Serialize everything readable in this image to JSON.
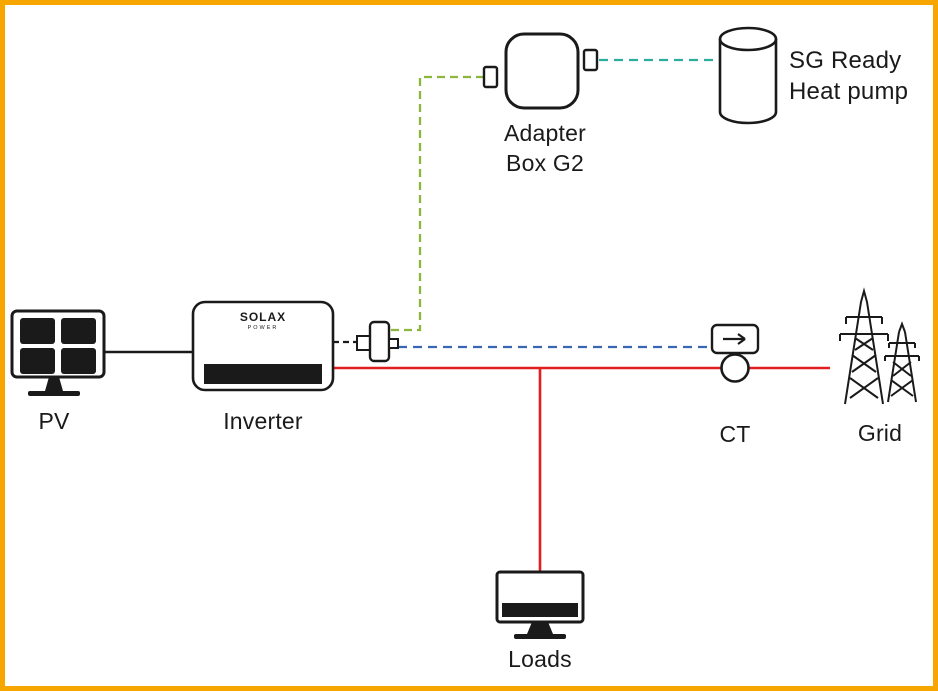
{
  "diagram": {
    "nodes": {
      "pv": {
        "label": "PV"
      },
      "inverter": {
        "label": "Inverter",
        "brand": "SOLAX",
        "brand_sub": "POWER"
      },
      "splitter": {
        "label": ""
      },
      "adapter_box": {
        "label_line1": "Adapter",
        "label_line2": "Box G2"
      },
      "heat_pump": {
        "label_line1": "SG Ready",
        "label_line2": "Heat pump"
      },
      "ct": {
        "label": "CT"
      },
      "grid": {
        "label": "Grid"
      },
      "loads": {
        "label": "Loads"
      }
    },
    "colors": {
      "border": "#F7A600",
      "line_black": "#1a1a1a",
      "line_green": "#8CB63C",
      "line_teal": "#2BAE9B",
      "line_blue": "#3A67B1",
      "line_red": "#E02020",
      "icon_fill": "#ffffff",
      "icon_dark": "#1a1a1a"
    },
    "connections": [
      {
        "from": "pv",
        "to": "inverter",
        "style": "solid",
        "color_key": "line_black"
      },
      {
        "from": "inverter",
        "to": "splitter",
        "style": "dashed",
        "color_key": "line_black"
      },
      {
        "from": "splitter",
        "to": "adapter_box",
        "style": "dashed",
        "color_key": "line_green"
      },
      {
        "from": "adapter_box",
        "to": "heat_pump",
        "style": "dashed",
        "color_key": "line_teal"
      },
      {
        "from": "splitter",
        "to": "ct",
        "style": "dashed",
        "color_key": "line_blue"
      },
      {
        "from": "inverter",
        "to": "grid",
        "style": "solid",
        "color_key": "line_red"
      },
      {
        "from": "grid_line",
        "to": "loads",
        "style": "solid",
        "color_key": "line_red"
      }
    ]
  }
}
